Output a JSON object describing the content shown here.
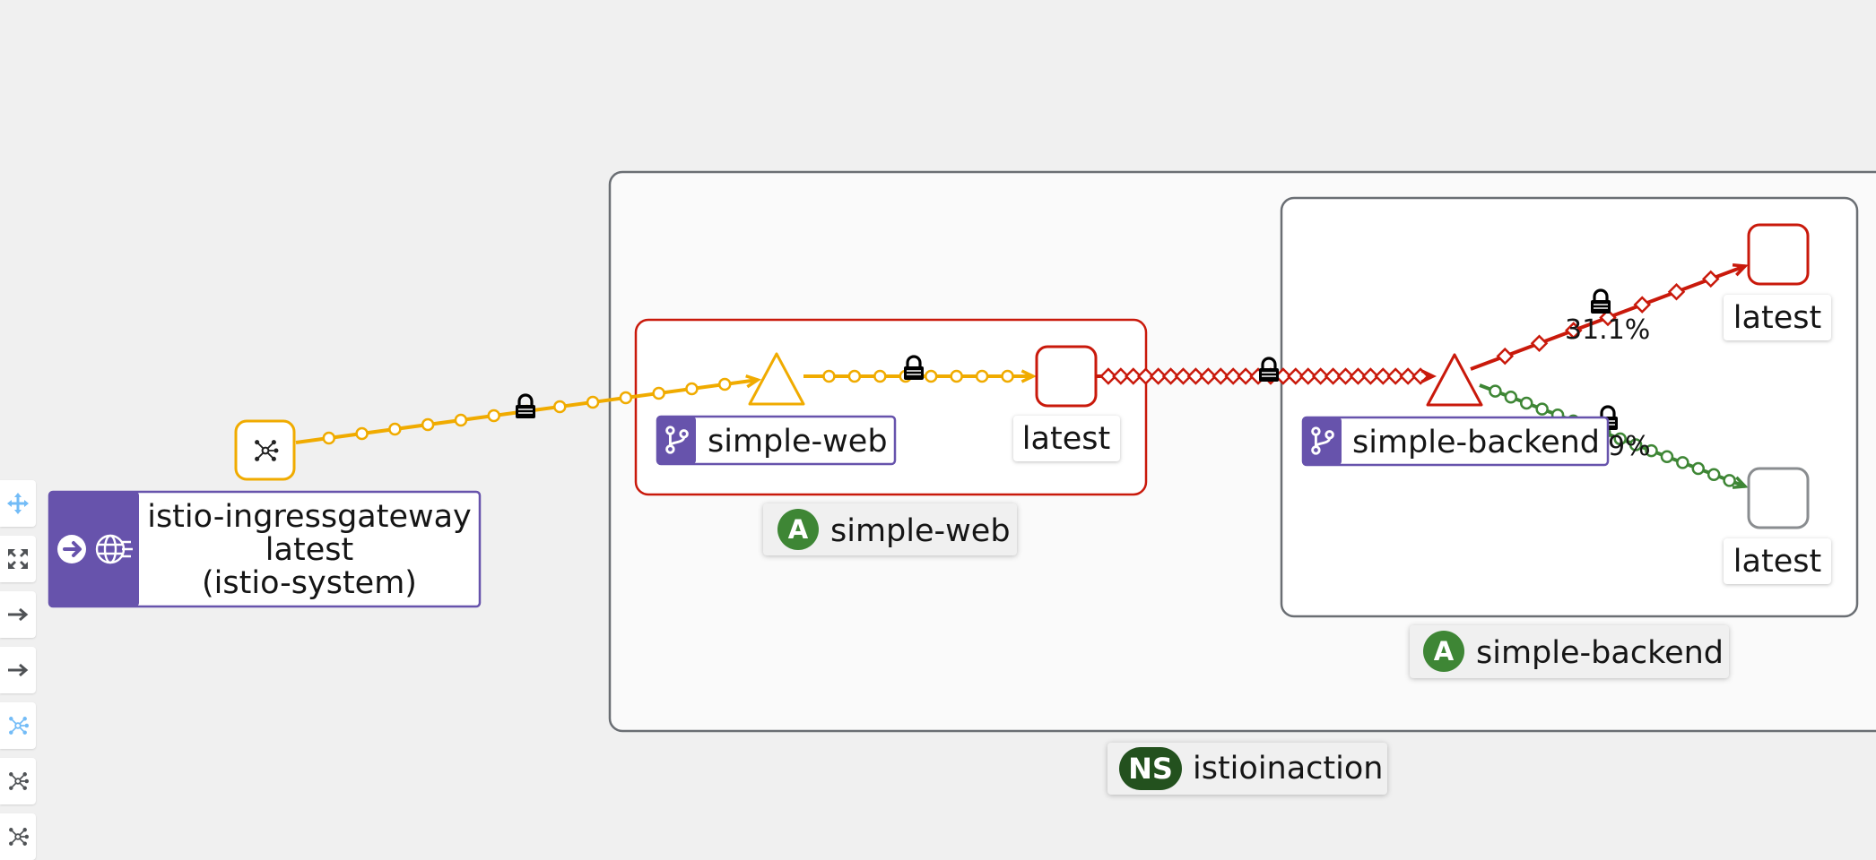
{
  "graph": {
    "namespace": {
      "badge": "NS",
      "name": "istioinaction"
    },
    "apps": [
      {
        "badge": "A",
        "name": "simple-web"
      },
      {
        "badge": "A",
        "name": "simple-backend"
      }
    ],
    "services": [
      {
        "name": "simple-web"
      },
      {
        "name": "simple-backend"
      }
    ],
    "workloads": [
      {
        "version": "latest"
      },
      {
        "version": "latest"
      },
      {
        "version": "latest"
      }
    ],
    "gateway": {
      "name": "istio-ingressgateway",
      "version": "latest",
      "namespace": "(istio-system)"
    },
    "edges": [
      {
        "percent": "31.1%"
      },
      {
        "percent": "9%"
      }
    ],
    "colors": {
      "healthy_edge": "#f0ab00",
      "error_edge": "#c9190b",
      "success_edge": "#3e8635",
      "node_purple": "#6753ac",
      "app_badge": "#3e8635",
      "ns_badge": "#23511e"
    }
  },
  "toolbar": {
    "items": [
      {
        "icon": "move-icon"
      },
      {
        "icon": "expand-icon"
      },
      {
        "icon": "arrow-right-icon"
      },
      {
        "icon": "arrow-right-icon"
      },
      {
        "icon": "graph-layout-icon"
      },
      {
        "icon": "graph-layout-icon"
      },
      {
        "icon": "graph-layout-icon"
      }
    ]
  }
}
